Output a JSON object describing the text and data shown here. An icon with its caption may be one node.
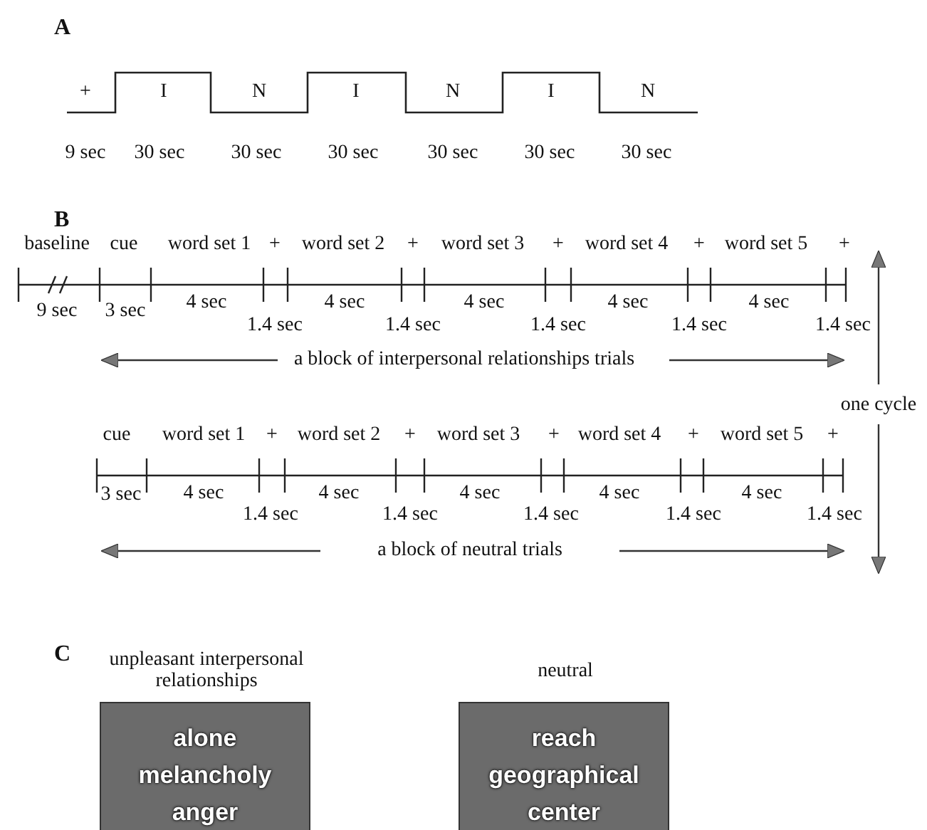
{
  "diagram": {
    "nodes": [
      {
        "text": [
          "unpleasant interpersonal relationships",
          "alone",
          "melancholy",
          "anger"
        ]
      },
      {
        "text": [
          "neutral",
          "reach",
          "geographical",
          "center"
        ]
      }
    ],
    "labels": [
      "A",
      "+",
      "I",
      "N",
      "I",
      "N",
      "I",
      "N",
      "9 sec",
      "30 sec",
      "30 sec",
      "30 sec",
      "30 sec",
      "30 sec",
      "30 sec",
      "B",
      "baseline",
      "cue",
      "word set 1",
      "+",
      "word set 2",
      "+",
      "word set 3",
      "+",
      "word set 4",
      "+",
      "word set 5",
      "+",
      "9 sec",
      "3 sec",
      "4 sec",
      "1.4 sec",
      "4 sec",
      "1.4 sec",
      "4 sec",
      "1.4 sec",
      "4 sec",
      "1.4 sec",
      "4 sec",
      "1.4 sec",
      "a block of interpersonal relationships trials",
      "one cycle",
      "cue",
      "word set 1",
      "+",
      "word set 2",
      "+",
      "word set 3",
      "+",
      "word set 4",
      "+",
      "word set 5",
      "+",
      "3 sec",
      "4 sec",
      "1.4 sec",
      "4 sec",
      "1.4 sec",
      "4 sec",
      "1.4 sec",
      "4 sec",
      "1.4 sec",
      "4 sec",
      "1.4 sec",
      "a block of neutral trials",
      "C"
    ]
  }
}
